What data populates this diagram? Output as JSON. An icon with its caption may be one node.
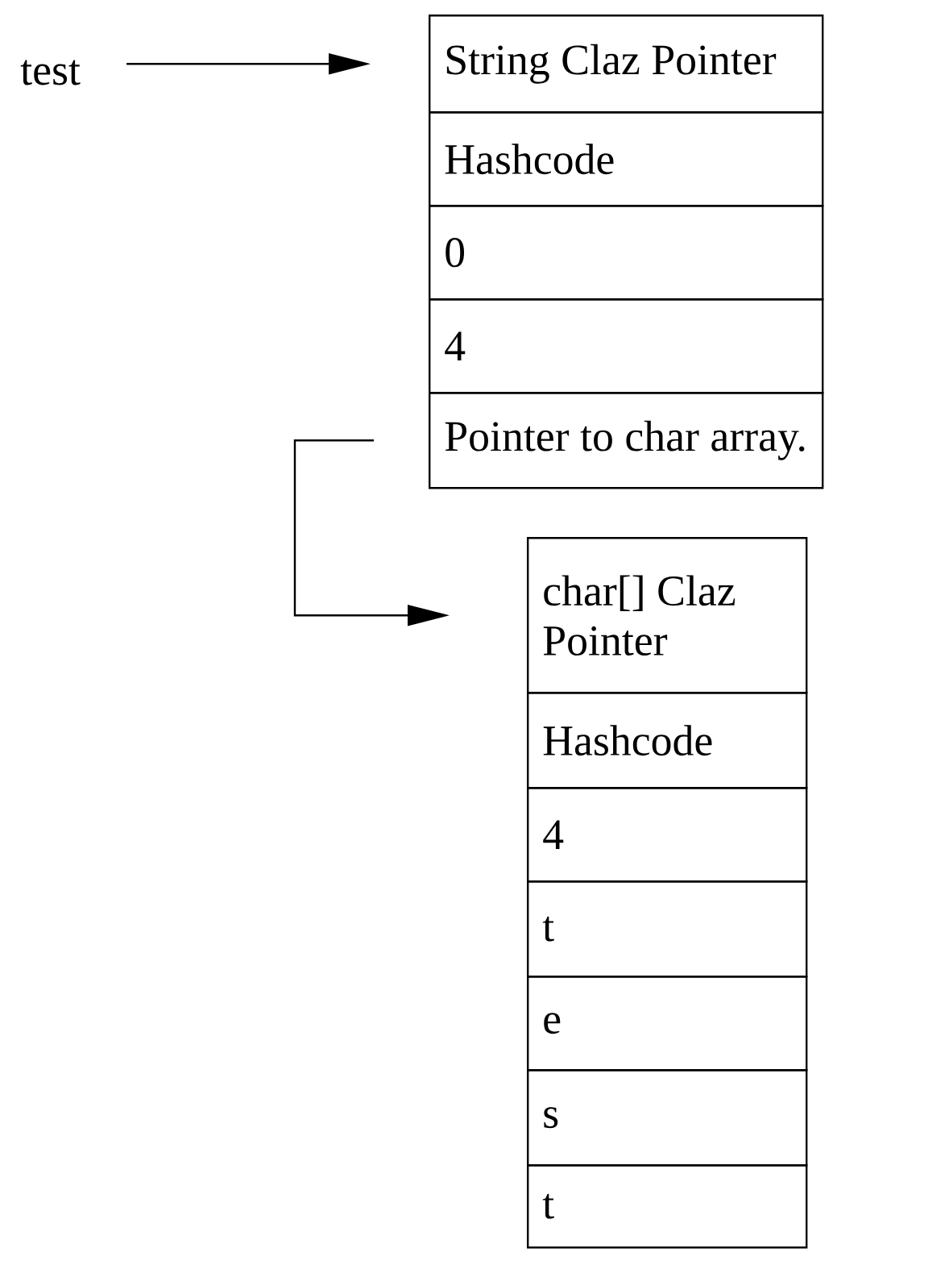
{
  "diagram": {
    "nodes": [
      {
        "text": [
          "test"
        ]
      },
      {
        "text": [
          "String Claz Pointer"
        ]
      },
      {
        "text": [
          "Hashcode"
        ]
      },
      {
        "text": [
          "0"
        ]
      },
      {
        "text": [
          "4"
        ]
      },
      {
        "text": [
          "Pointer to char array."
        ]
      },
      {
        "text": [
          "char[] Claz Pointer"
        ]
      },
      {
        "text": [
          "Hashcode"
        ]
      },
      {
        "text": [
          "4"
        ]
      },
      {
        "text": [
          "t"
        ]
      },
      {
        "text": [
          "e"
        ]
      },
      {
        "text": [
          "s"
        ]
      },
      {
        "text": [
          "t"
        ]
      }
    ],
    "edges": [
      {
        "from": 0,
        "to": 1,
        "arrow": "to"
      },
      {
        "from": 5,
        "to": 6,
        "arrow": "to"
      }
    ]
  }
}
